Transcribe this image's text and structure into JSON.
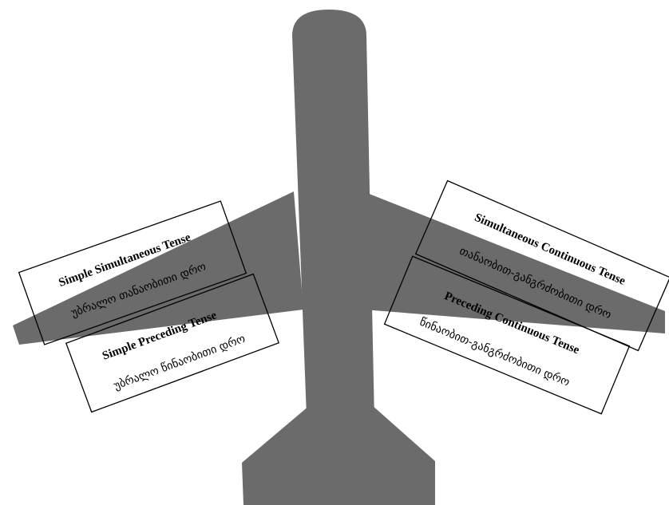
{
  "colors": {
    "airplane": "#6b6b6b",
    "box_border": "#000000",
    "text": "#000000",
    "background": "#ffffff"
  },
  "boxes": {
    "simple_simultaneous": {
      "en": "Simple Simultaneous Tense",
      "ka": "უბრალო თანაობითი დრო"
    },
    "simple_preceding": {
      "en": "Simple Preceding Tense",
      "ka": "უბრალო წინაობითი დრო"
    },
    "simultaneous_continuous": {
      "en": "Simultaneous Continuous Tense",
      "ka": "თანაობით-განგრძობითი დრო"
    },
    "preceding_continuous": {
      "en": "Preceding Continuous Tense",
      "ka": "წინაობით-განგრძობითი დრო"
    }
  }
}
